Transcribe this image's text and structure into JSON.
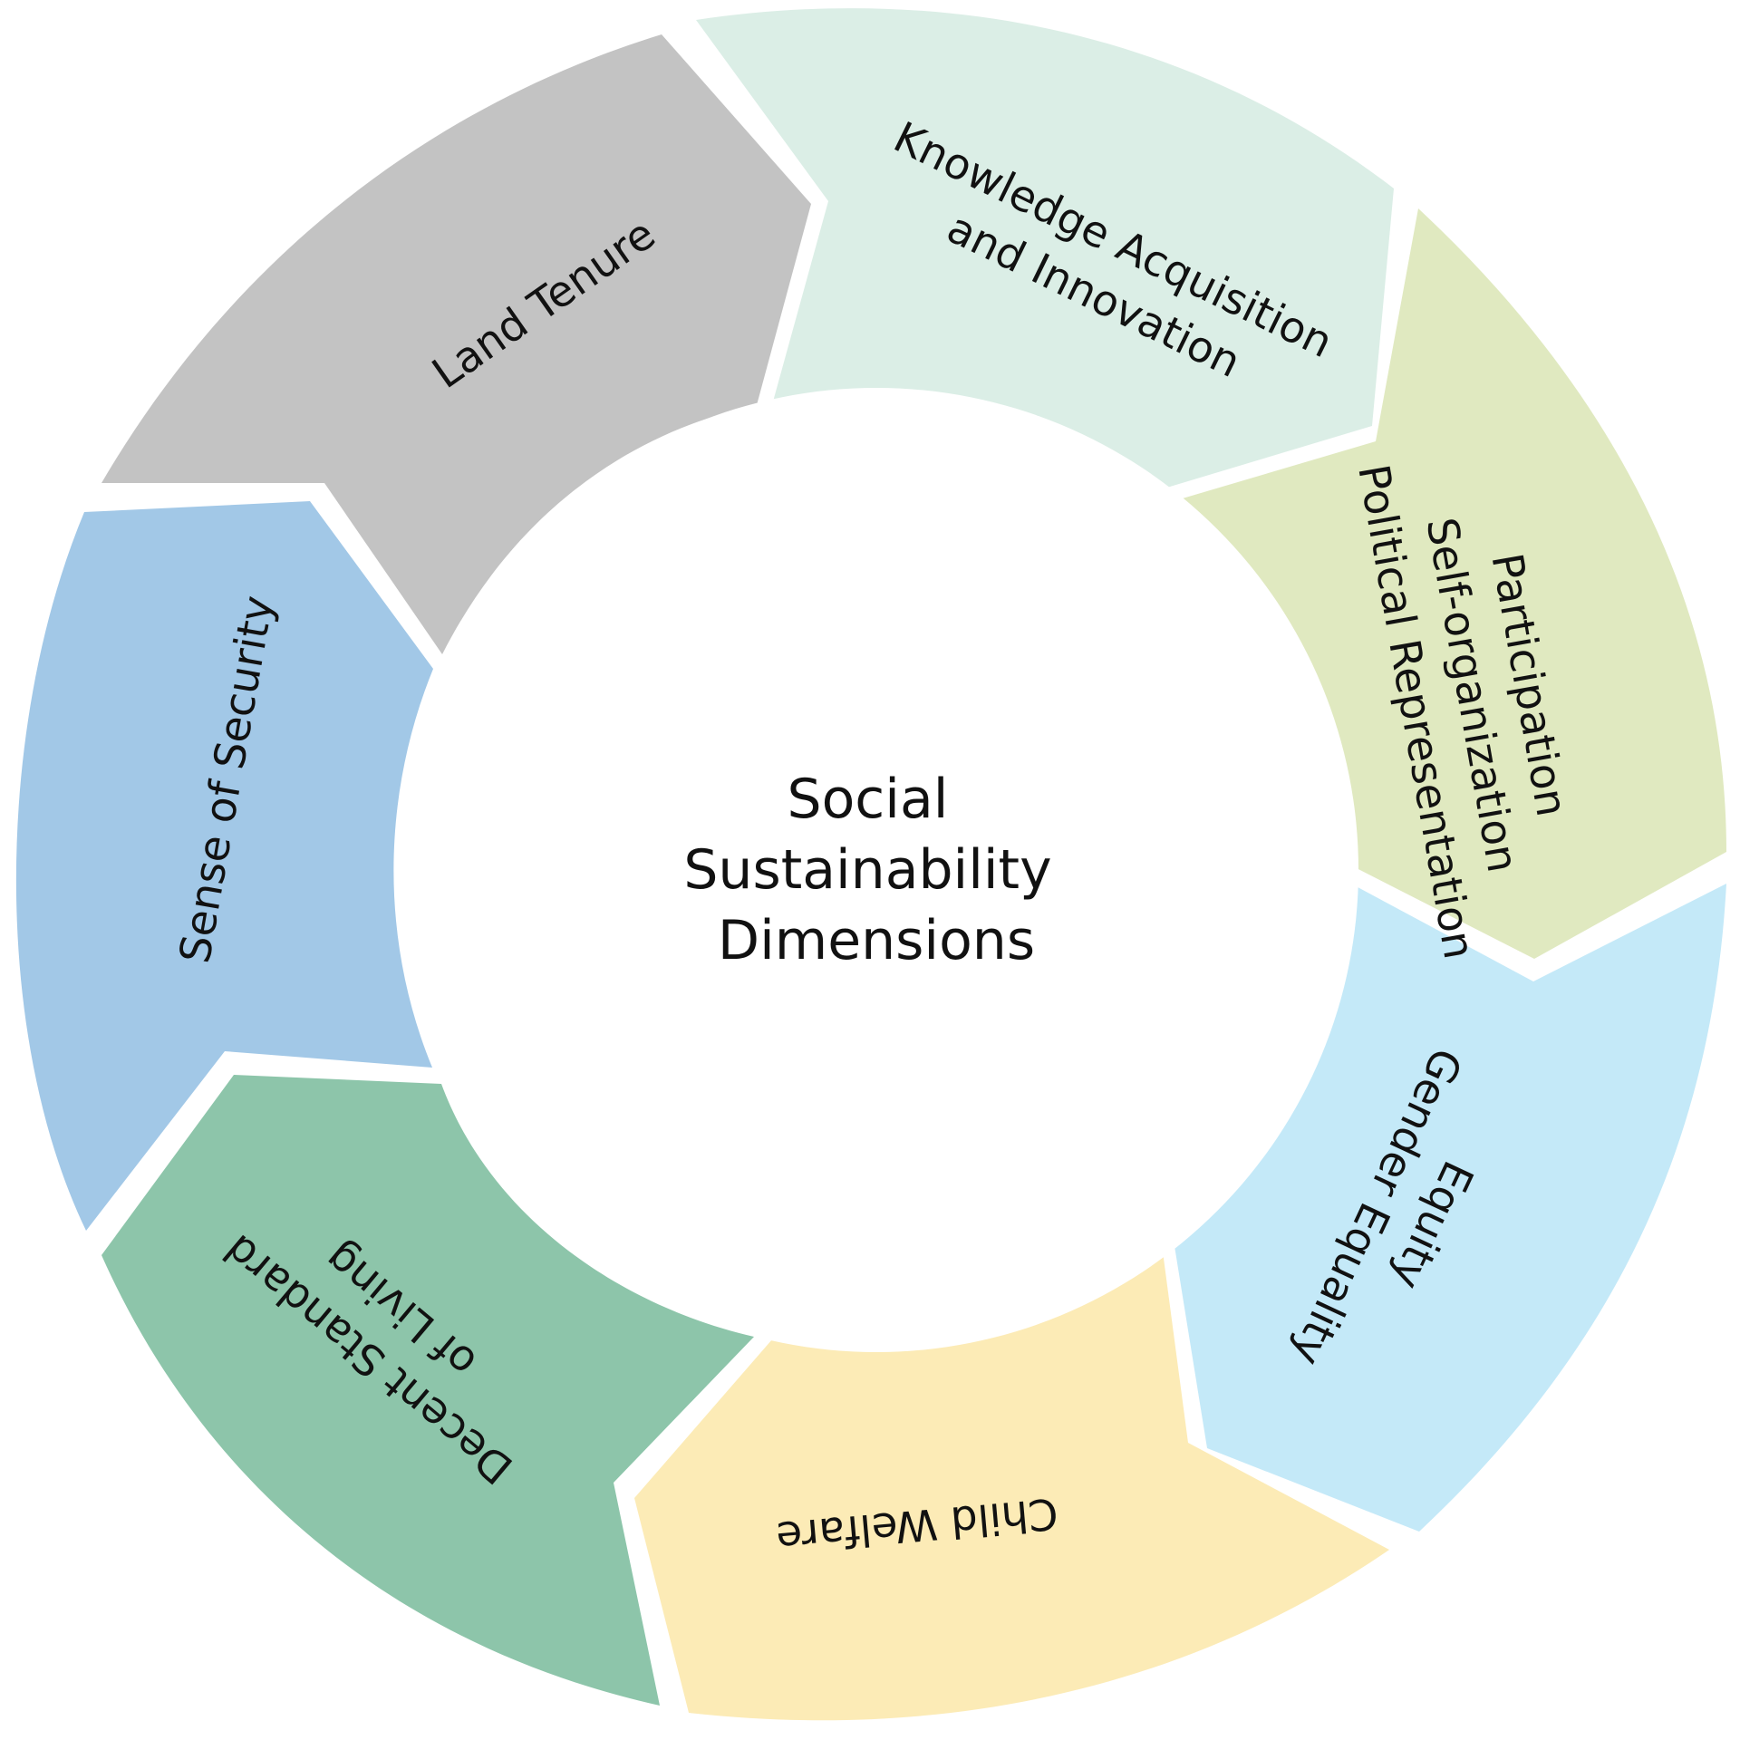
{
  "center": {
    "lines": [
      "Social",
      "Sustainability",
      "Dimensions"
    ]
  },
  "segments": [
    {
      "id": "land-tenure",
      "lines": [
        "Land Tenure"
      ],
      "color": "#c3c3c3"
    },
    {
      "id": "knowledge-acquisition",
      "lines": [
        "Knowledge Acquisition",
        "and Innovation"
      ],
      "color": "#dbeee6"
    },
    {
      "id": "participation",
      "lines": [
        "Participation",
        "Self-organization",
        "Political Representation"
      ],
      "color": "#e0e9c0"
    },
    {
      "id": "equity",
      "lines": [
        "Equity",
        "Gender Equality"
      ],
      "color": "#c4e9f8"
    },
    {
      "id": "child-welfare",
      "lines": [
        "Child Welfare"
      ],
      "color": "#fcebb6"
    },
    {
      "id": "decent-standard",
      "lines": [
        "Decent Standard",
        "of Living"
      ],
      "color": "#8dc5aa"
    },
    {
      "id": "sense-of-security",
      "lines": [
        "Sense of Security"
      ],
      "color": "#a2c8e7"
    }
  ]
}
